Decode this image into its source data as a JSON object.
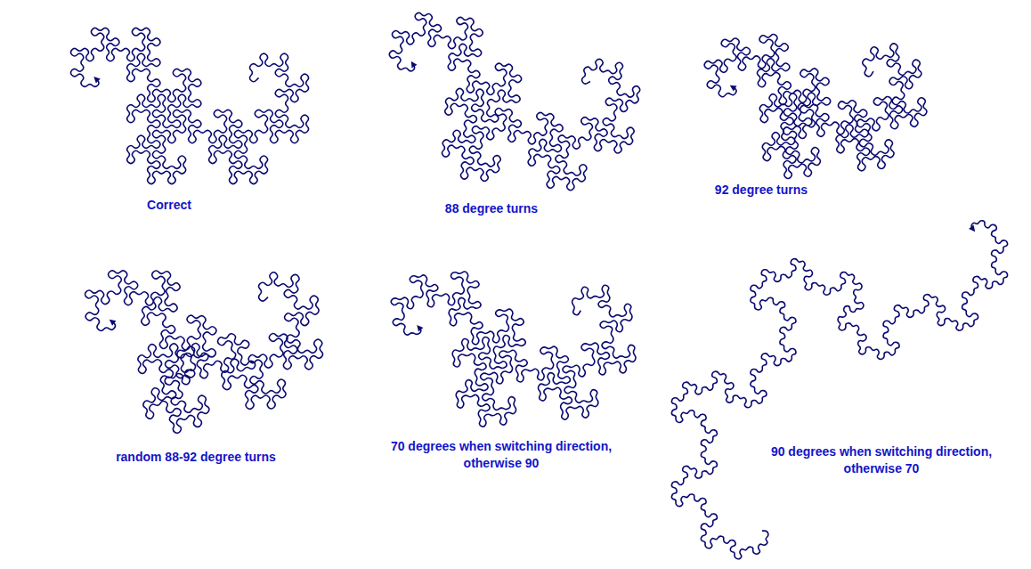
{
  "diagram": {
    "labels": [
      "Correct",
      "88 degree turns",
      "92 degree turns",
      "random 88-92 degree turns",
      "70 degrees when switching direction, otherwise 90",
      "90 degrees when switching direction, otherwise 70"
    ]
  }
}
